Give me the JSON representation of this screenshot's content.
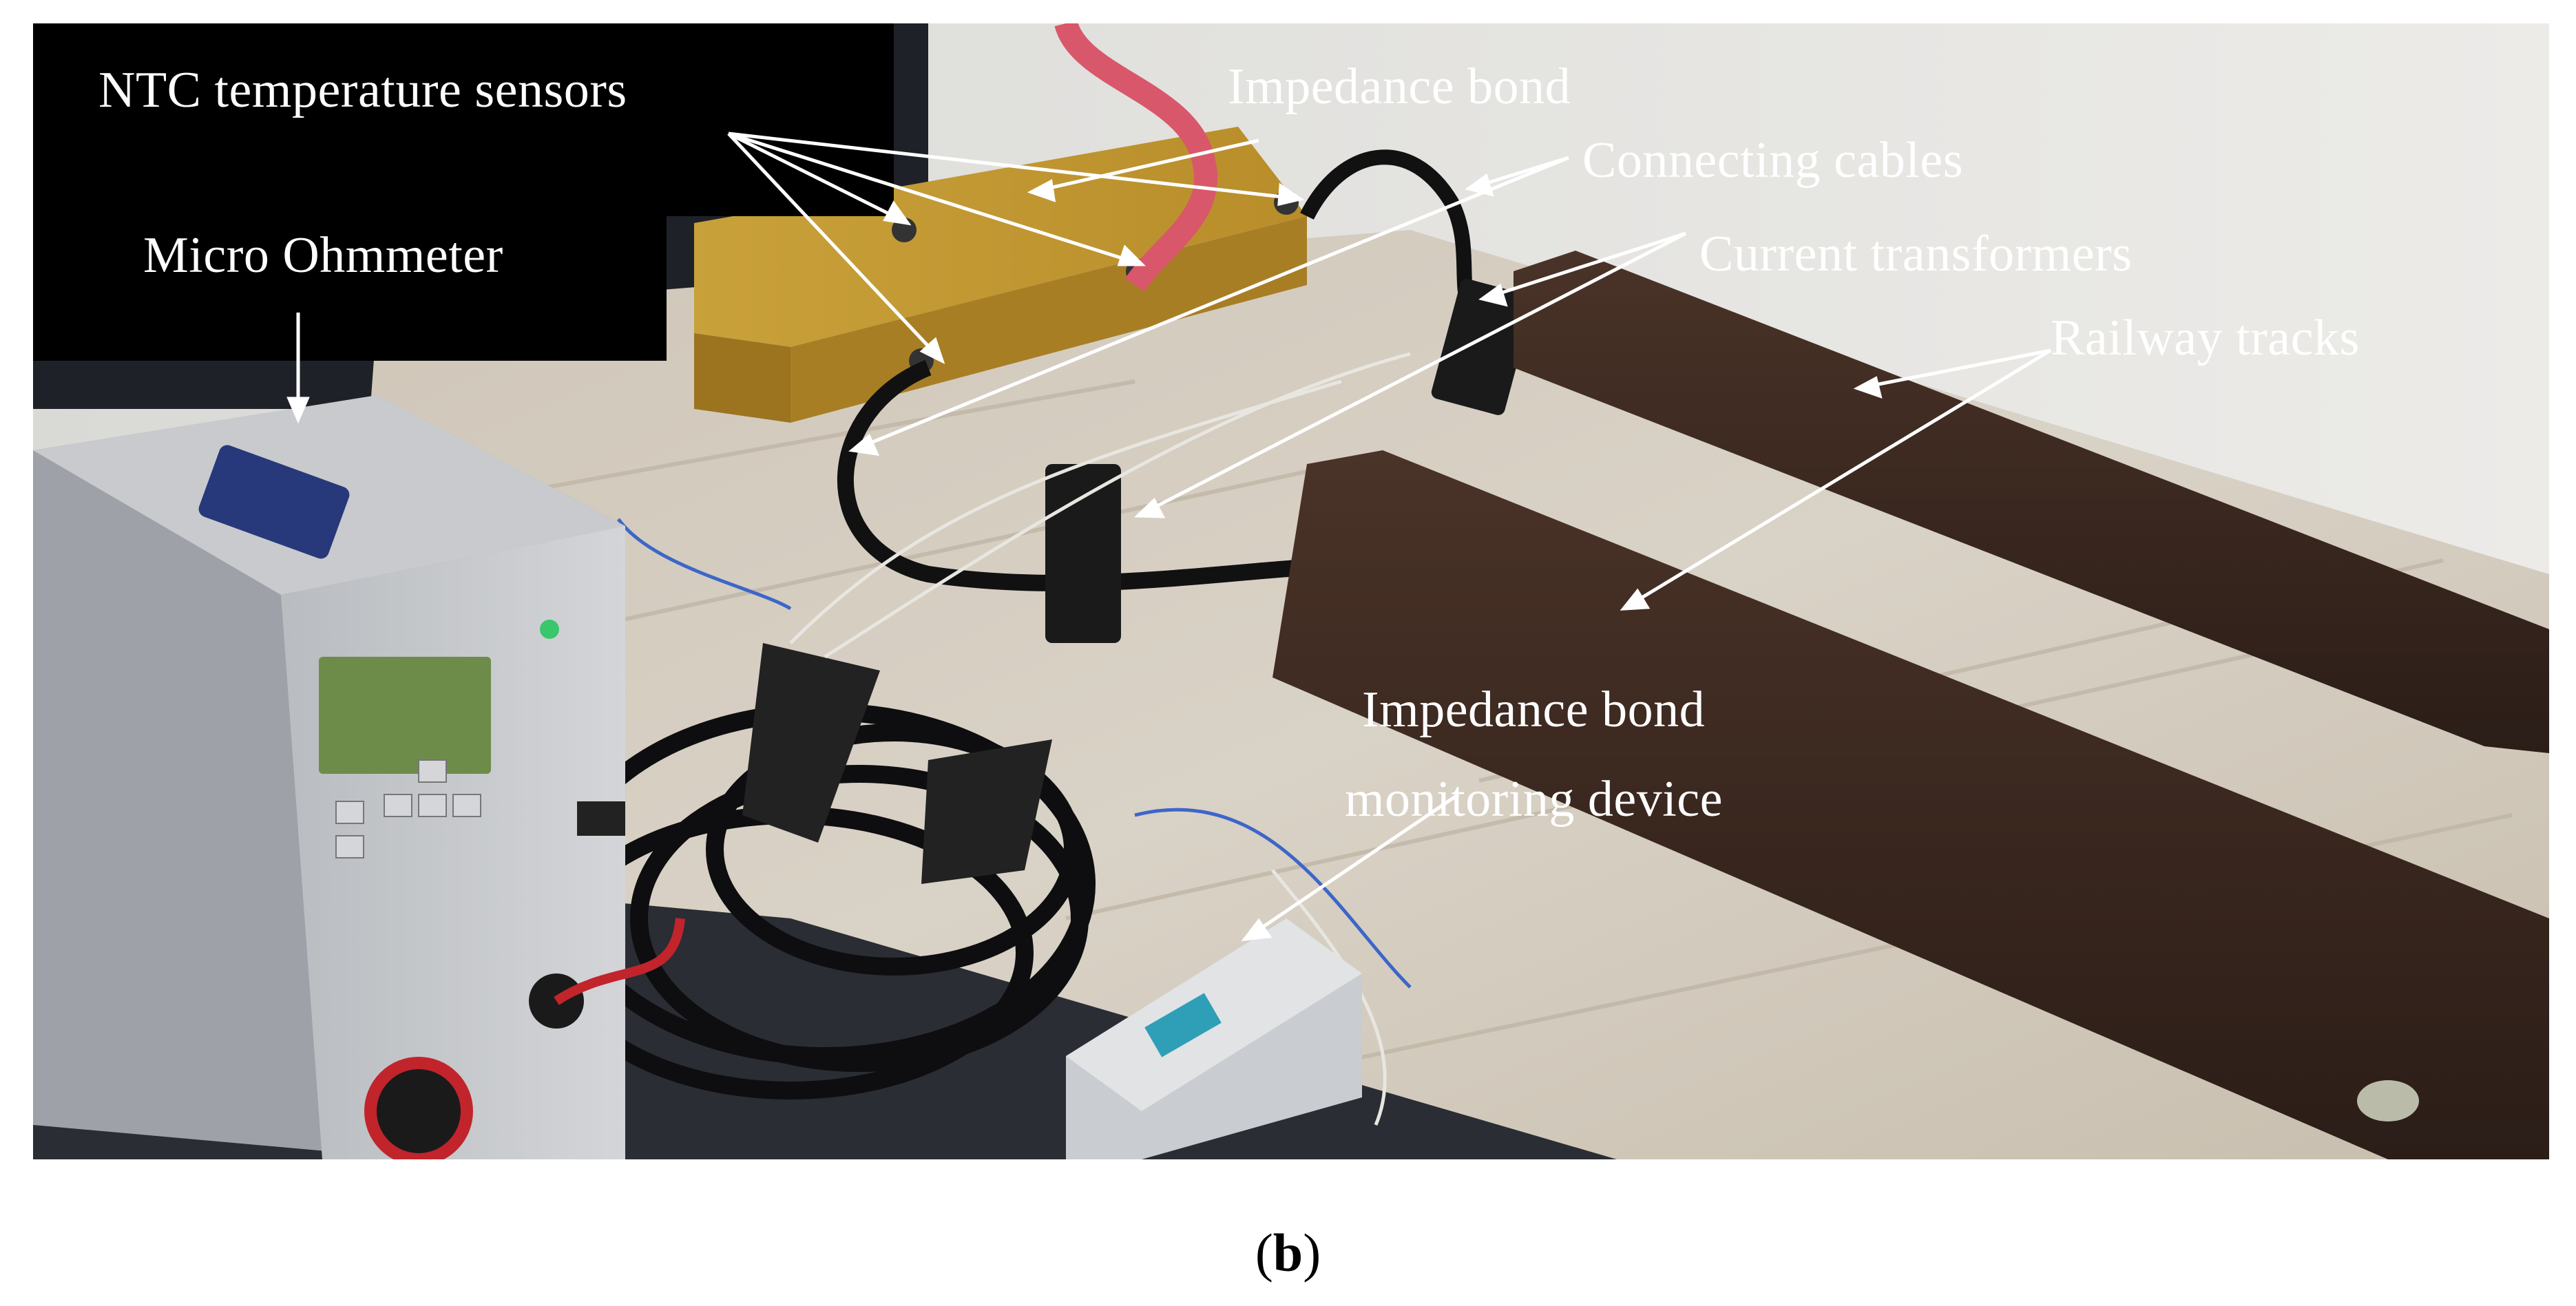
{
  "figure": {
    "labels": {
      "ntc_sensors": "NTC temperature sensors",
      "micro_ohmmeter": "Micro Ohmmeter",
      "impedance_bond": "Impedance bond",
      "connecting_cables": "Connecting cables",
      "current_transformers": "Current transformers",
      "railway_tracks": "Railway tracks",
      "monitoring_device_line1": "Impedance bond",
      "monitoring_device_line2": "monitoring device"
    },
    "caption": {
      "open": "(",
      "letter": "b",
      "close": ")"
    },
    "colors": {
      "label_text": "#ffffff",
      "arrow": "#ffffff",
      "label_panel": "#000000",
      "caption_text": "#000000"
    }
  }
}
